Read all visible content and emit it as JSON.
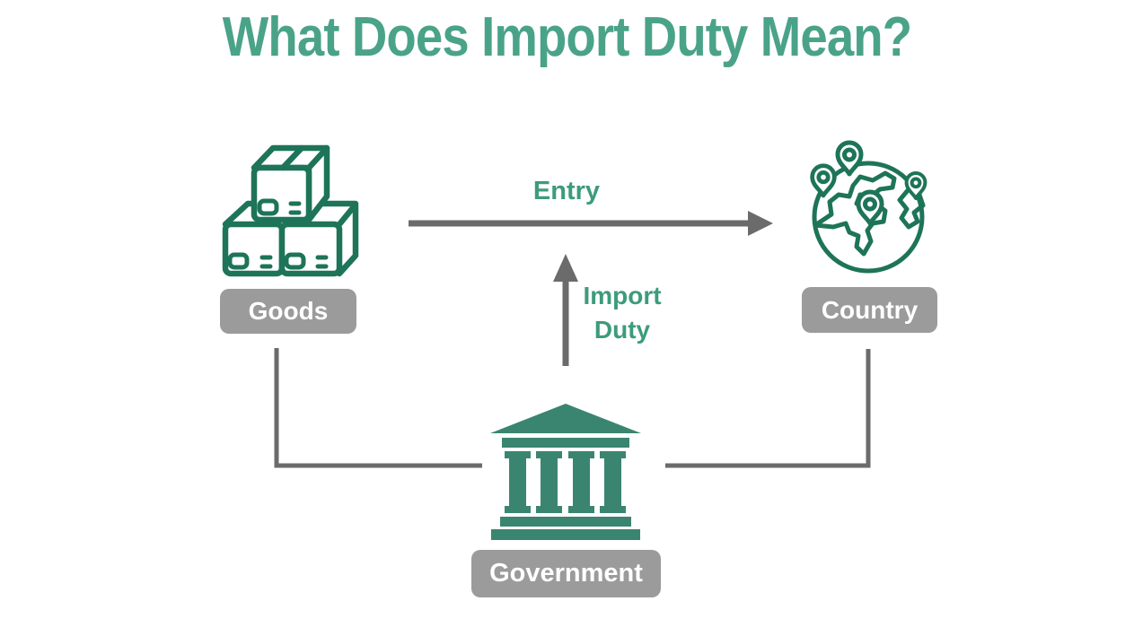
{
  "title": "What Does Import Duty Mean?",
  "nodes": {
    "goods": {
      "label": "Goods",
      "icon": "boxes-stack-icon"
    },
    "country": {
      "label": "Country",
      "icon": "globe-location-pins-icon"
    },
    "government": {
      "label": "Government",
      "icon": "government-building-icon"
    }
  },
  "flows": {
    "entry": {
      "label": "Entry",
      "direction": "goods-to-country"
    },
    "import_duty": {
      "label": "Import Duty",
      "direction": "government-up-to-entry-flow"
    },
    "goods_link": {
      "direction": "goods-down-to-government"
    },
    "country_link": {
      "direction": "country-down-to-government"
    }
  },
  "colors": {
    "title_green": "#4AA388",
    "flow_green": "#3D9B7C",
    "outline_green": "#1E7458",
    "building_green": "#3A8570",
    "arrow_gray": "#6B6B6B",
    "label_bg_gray": "#9B9B9B",
    "label_text": "#FFFFFF",
    "background": "#FFFFFF"
  }
}
